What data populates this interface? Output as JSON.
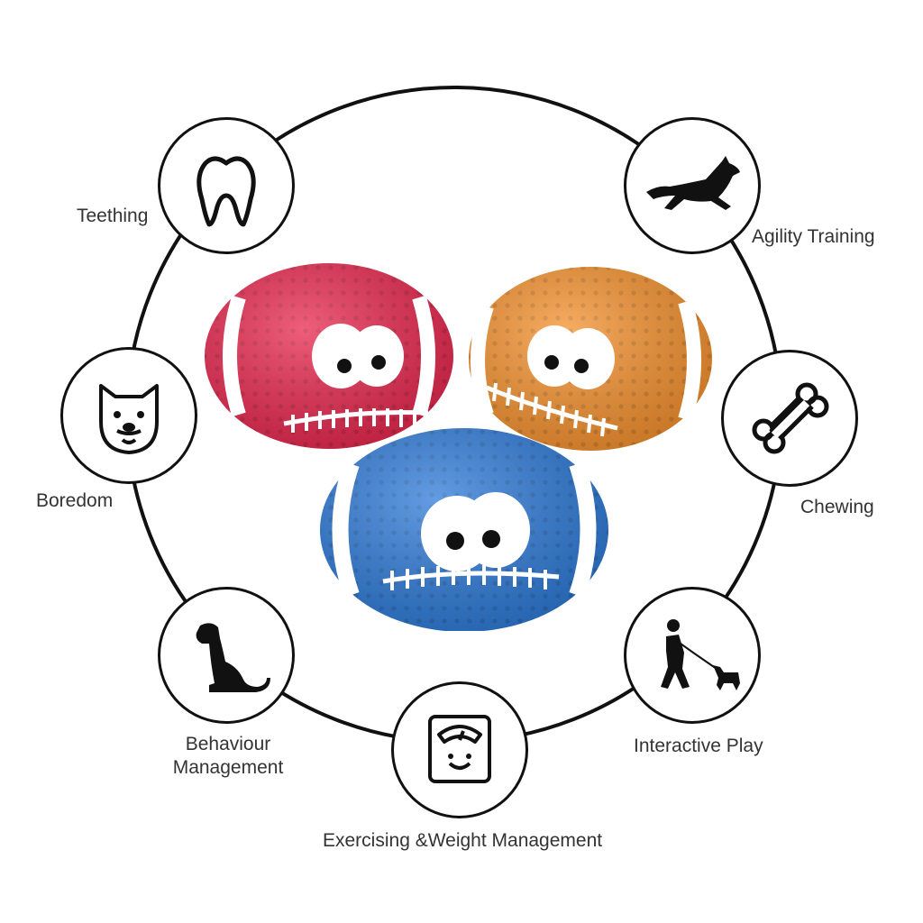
{
  "benefits": [
    {
      "id": "teething",
      "label": "Teething",
      "icon": "tooth-icon"
    },
    {
      "id": "agility",
      "label": "Agility Training",
      "icon": "running-dog-icon"
    },
    {
      "id": "boredom",
      "label": "Boredom",
      "icon": "dog-face-icon"
    },
    {
      "id": "chewing",
      "label": "Chewing",
      "icon": "bone-icon"
    },
    {
      "id": "behaviour",
      "label_line1": "Behaviour",
      "label_line2": "Management",
      "icon": "sitting-dog-icon"
    },
    {
      "id": "interactive",
      "label": "Interactive Play",
      "icon": "person-walking-dog-icon"
    },
    {
      "id": "exercise",
      "label": "Exercising &Weight Management",
      "icon": "scale-icon"
    }
  ],
  "product": {
    "items": [
      {
        "name": "red-football-toy",
        "color": "#e8294f"
      },
      {
        "name": "orange-football-toy",
        "color": "#f5922f"
      },
      {
        "name": "blue-football-toy",
        "color": "#2f7bd8"
      }
    ]
  },
  "colors": {
    "line": "#111111",
    "text": "#333333",
    "background": "#ffffff"
  }
}
